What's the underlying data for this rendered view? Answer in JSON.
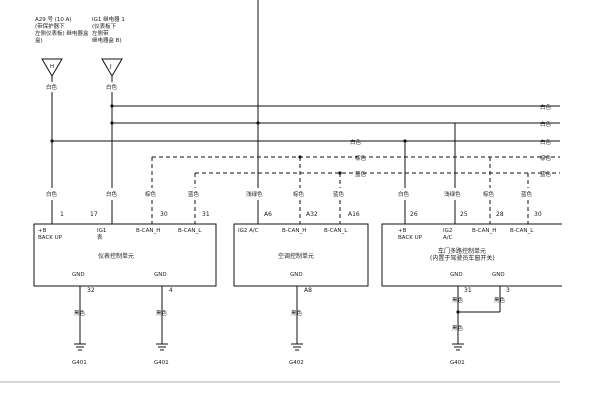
{
  "fuses": {
    "a29": {
      "lines": [
        "A29 号 (10 A)",
        "(带保护器下",
        "左侧仪表板) 继电器盒",
        "盒)"
      ],
      "label": "H"
    },
    "ig1": {
      "lines": [
        "IG1 继电器 1",
        "(仪表板下",
        "左侧带",
        "继电器盒 B)"
      ],
      "label": "J"
    }
  },
  "colors": {
    "white": "白色",
    "brown": "棕色",
    "blue": "蓝色",
    "green": "浅绿色",
    "black": "黑色"
  },
  "units": {
    "meter": {
      "name": "仪表控制单元",
      "pins": [
        {
          "num": "1",
          "lines": [
            "+B",
            "BACK UP"
          ]
        },
        {
          "num": "17",
          "lines": [
            "IG1",
            "表"
          ]
        },
        {
          "num": "30",
          "lines": [
            "B-CAN_H"
          ]
        },
        {
          "num": "31",
          "lines": [
            "B-CAN_L"
          ]
        }
      ],
      "gnd": [
        {
          "label": "GND",
          "num": "32"
        },
        {
          "label": "GND",
          "num": "4"
        }
      ]
    },
    "climate": {
      "name": "空调控制单元",
      "pins": [
        {
          "num": "A6",
          "lines": [
            "IG2 A/C"
          ]
        },
        {
          "num": "A32",
          "lines": [
            "B-CAN_H"
          ]
        },
        {
          "num": "A16",
          "lines": [
            "B-CAN_L"
          ]
        }
      ],
      "gnd": [
        {
          "label": "GND",
          "num": "A8"
        }
      ]
    },
    "door": {
      "name_lines": [
        "车门多路控制单元",
        "(内置于驾驶员车窗开关)"
      ],
      "pins": [
        {
          "num": "26",
          "lines": [
            "+B",
            "BACK UP"
          ]
        },
        {
          "num": "25",
          "lines": [
            "IG2",
            "A/C"
          ]
        },
        {
          "num": "28",
          "lines": [
            "B-CAN_H"
          ]
        },
        {
          "num": "30",
          "lines": [
            "B-CAN_L"
          ]
        }
      ],
      "gnd": [
        {
          "label": "GND",
          "num": "31"
        },
        {
          "label": "GND",
          "num": "3"
        }
      ]
    }
  },
  "grounds": [
    "G401",
    "G401",
    "G402",
    "G401"
  ]
}
